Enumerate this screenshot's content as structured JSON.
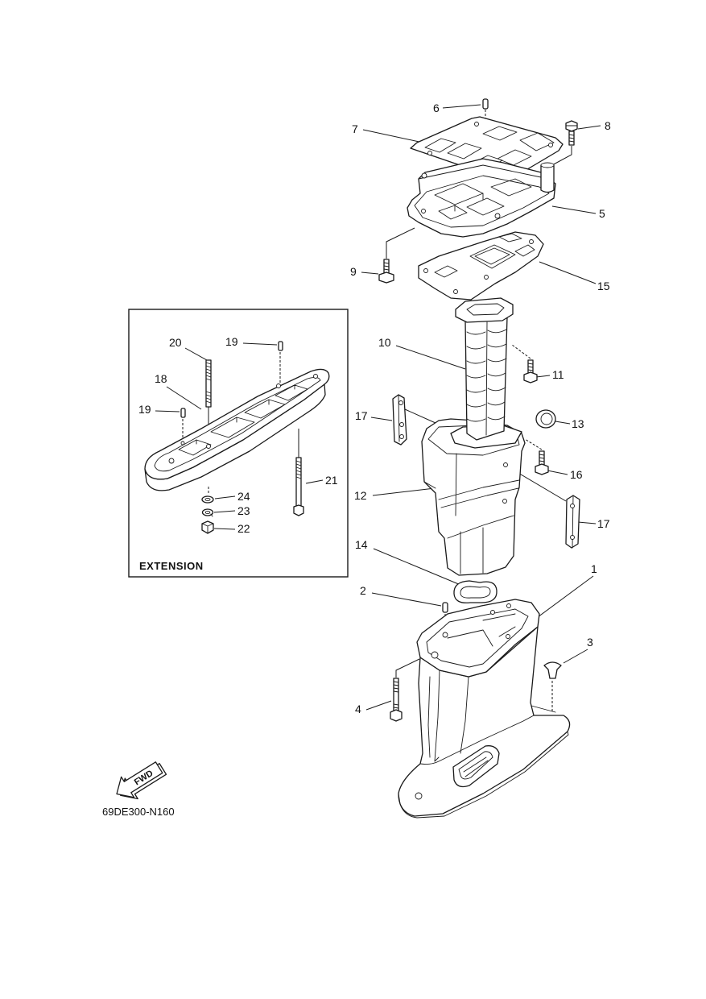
{
  "callouts": [
    "6",
    "7",
    "8",
    "5",
    "9",
    "15",
    "10",
    "11",
    "17",
    "13",
    "16",
    "12",
    "17",
    "14",
    "1",
    "2",
    "3",
    "4"
  ],
  "extension": {
    "title": "EXTENSION",
    "callouts": [
      "20",
      "19",
      "18",
      "19",
      "21",
      "24",
      "23",
      "22"
    ]
  },
  "fwd_label": "FWD",
  "drawing_code": "69DE300-N160"
}
